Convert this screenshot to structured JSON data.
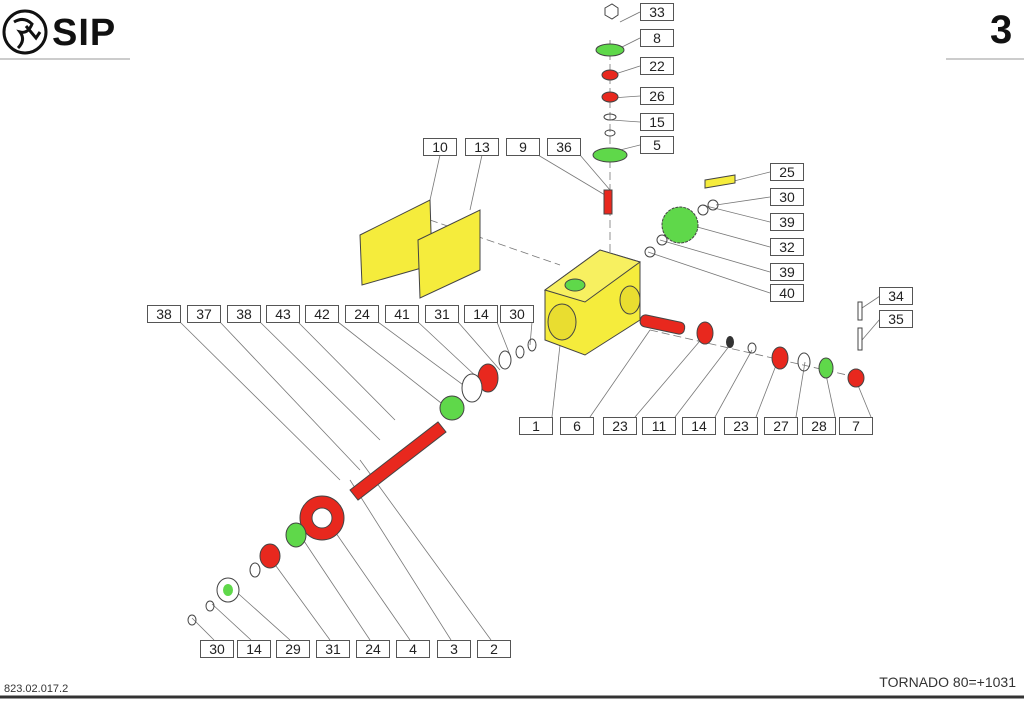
{
  "header": {
    "brand": "SIP",
    "page_number": "3"
  },
  "footer": {
    "document_ref": "823.02.017.2",
    "model": "TORNADO 80=+1031"
  },
  "colors": {
    "housing": "#f5ec3c",
    "highlight_red": "#e8281e",
    "highlight_green": "#5fd84a",
    "line": "#555555"
  },
  "callouts": [
    {
      "n": "33"
    },
    {
      "n": "8"
    },
    {
      "n": "22"
    },
    {
      "n": "26"
    },
    {
      "n": "15"
    },
    {
      "n": "5"
    },
    {
      "n": "25"
    },
    {
      "n": "30"
    },
    {
      "n": "39"
    },
    {
      "n": "32"
    },
    {
      "n": "39"
    },
    {
      "n": "40"
    },
    {
      "n": "34"
    },
    {
      "n": "35"
    },
    {
      "n": "10"
    },
    {
      "n": "13"
    },
    {
      "n": "9"
    },
    {
      "n": "36"
    },
    {
      "n": "38"
    },
    {
      "n": "37"
    },
    {
      "n": "38"
    },
    {
      "n": "43"
    },
    {
      "n": "42"
    },
    {
      "n": "24"
    },
    {
      "n": "41"
    },
    {
      "n": "31"
    },
    {
      "n": "14"
    },
    {
      "n": "30"
    },
    {
      "n": "1"
    },
    {
      "n": "6"
    },
    {
      "n": "23"
    },
    {
      "n": "11"
    },
    {
      "n": "14"
    },
    {
      "n": "23"
    },
    {
      "n": "27"
    },
    {
      "n": "28"
    },
    {
      "n": "7"
    },
    {
      "n": "30"
    },
    {
      "n": "14"
    },
    {
      "n": "29"
    },
    {
      "n": "31"
    },
    {
      "n": "24"
    },
    {
      "n": "4"
    },
    {
      "n": "3"
    },
    {
      "n": "2"
    }
  ]
}
